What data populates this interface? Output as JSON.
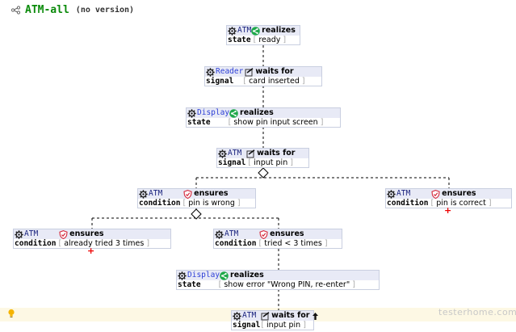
{
  "header": {
    "title": "ATM-all",
    "version": "(no version)"
  },
  "colors": {
    "accent_green": "#0a8a0a",
    "actor_blue": "#2d3fd6",
    "node_header_bg": "#e8eaf6",
    "error_red": "#e00000",
    "highlight_row": "#fdf8e4"
  },
  "icons": {
    "header": "graph-icon",
    "atm": "gear-icon",
    "component": "puzzle-gear-icon",
    "realizes": "share-icon",
    "waits": "checkbox-pen-icon",
    "ensures": "shield-icon",
    "up": "arrow-up-icon",
    "hint": "lightbulb-icon"
  },
  "nodes": [
    {
      "actor": "ATM",
      "relation": "realizes",
      "label": "state",
      "value": "ready"
    },
    {
      "actor": "Reader",
      "relation": "waits for",
      "label": "signal",
      "value": "card inserted"
    },
    {
      "actor": "Display",
      "relation": "realizes",
      "label": "state",
      "value": "show pin input screen"
    },
    {
      "actor": "ATM",
      "relation": "waits for",
      "label": "signal",
      "value": "input pin"
    },
    {
      "actor": "ATM",
      "relation": "ensures",
      "label": "condition",
      "value": "pin is wrong"
    },
    {
      "actor": "ATM",
      "relation": "ensures",
      "label": "condition",
      "value": "pin is correct"
    },
    {
      "actor": "ATM",
      "relation": "ensures",
      "label": "condition",
      "value": "already tried 3 times"
    },
    {
      "actor": "ATM",
      "relation": "ensures",
      "label": "condition",
      "value": "tried < 3 times"
    },
    {
      "actor": "Display",
      "relation": "realizes",
      "label": "state",
      "value": "show error \"Wrong PIN, re-enter\""
    },
    {
      "actor": "ATM",
      "relation": "waits for",
      "label": "signal",
      "value": "input pin"
    }
  ],
  "watermark": "testerhome.com"
}
